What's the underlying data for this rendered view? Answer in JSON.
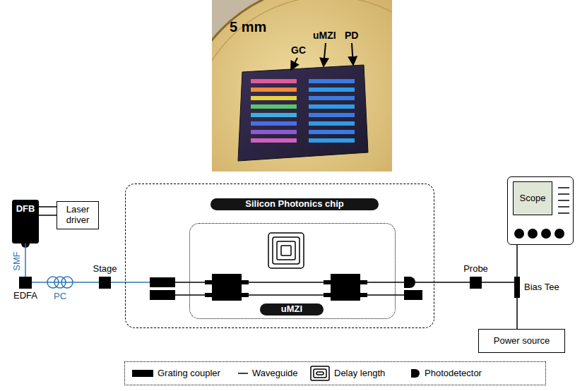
{
  "diagram": {
    "nodes": [
      {
        "text": [
          "DFB"
        ]
      },
      {
        "text": [
          "Laser driver"
        ]
      },
      {
        "text": [
          "EDFA"
        ]
      },
      {
        "text": [
          "Stage"
        ]
      },
      {
        "text": [
          "Silicon Photonics chip"
        ]
      },
      {
        "text": [
          "uMZI"
        ],
        "in": 4
      },
      {
        "text": [
          "Probe"
        ]
      },
      {
        "text": [
          "Scope"
        ]
      },
      {
        "text": [
          "Bias Tee"
        ]
      },
      {
        "text": [
          "Power source"
        ]
      }
    ],
    "edges": [
      {
        "from": 0,
        "to": 1,
        "arrow": "none"
      },
      {
        "from": 0,
        "to": 2,
        "arrow": "none"
      },
      {
        "from": 2,
        "to": 3,
        "arrow": "none"
      },
      {
        "from": 3,
        "to": 4,
        "arrow": "none"
      },
      {
        "from": 4,
        "to": 6,
        "arrow": "none"
      },
      {
        "from": 6,
        "to": 8,
        "arrow": "none"
      },
      {
        "from": 8,
        "to": 7,
        "arrow": "none"
      },
      {
        "from": 8,
        "to": 9,
        "arrow": "none"
      }
    ],
    "labels": [
      "5 mm",
      "GC",
      "uMZI",
      "PD",
      "SMF",
      "PC"
    ],
    "legend": [
      {
        "text": "Grating coupler"
      },
      {
        "text": "Waveguide"
      },
      {
        "text": "Delay length"
      },
      {
        "text": "Photodetector"
      }
    ]
  }
}
